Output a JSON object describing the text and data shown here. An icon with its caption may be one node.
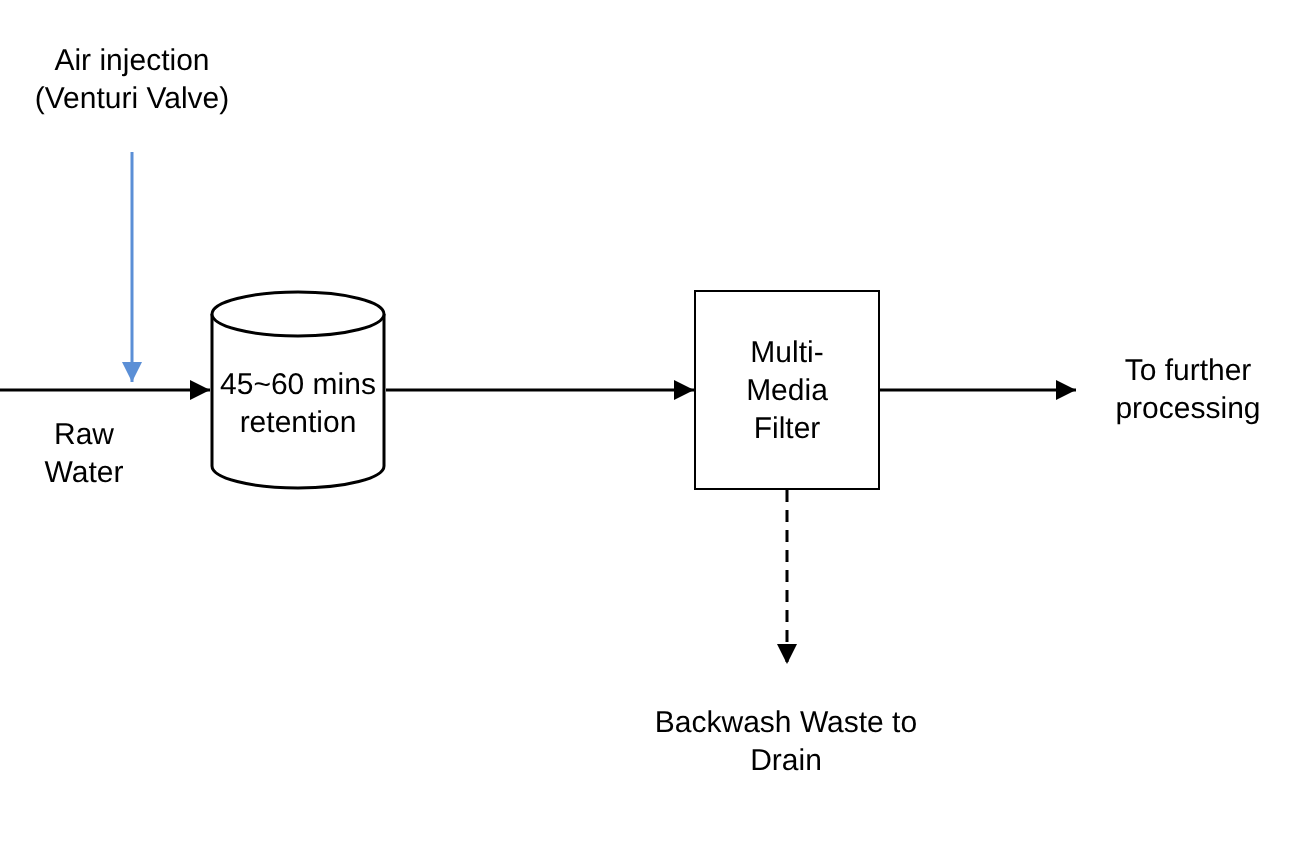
{
  "diagram": {
    "nodes": [
      {
        "text": [
          "Air injection (Venturi Valve)"
        ]
      },
      {
        "text": [
          "45~60 mins retention"
        ]
      },
      {
        "text": [
          "Multi-Media Filter"
        ]
      },
      {
        "text": [
          "To further processing"
        ]
      },
      {
        "text": [
          "Backwash Waste to Drain"
        ]
      }
    ],
    "edges": [
      {
        "from": null,
        "to": 1,
        "arrow": "to",
        "label": "Raw Water"
      },
      {
        "from": 0,
        "to": null,
        "arrow": "to",
        "color": "#5b8fd6"
      },
      {
        "from": 1,
        "to": 2,
        "arrow": "to"
      },
      {
        "from": 2,
        "to": 3,
        "arrow": "to"
      },
      {
        "from": 2,
        "to": 4,
        "arrow": "to",
        "style": "dashed"
      }
    ]
  }
}
